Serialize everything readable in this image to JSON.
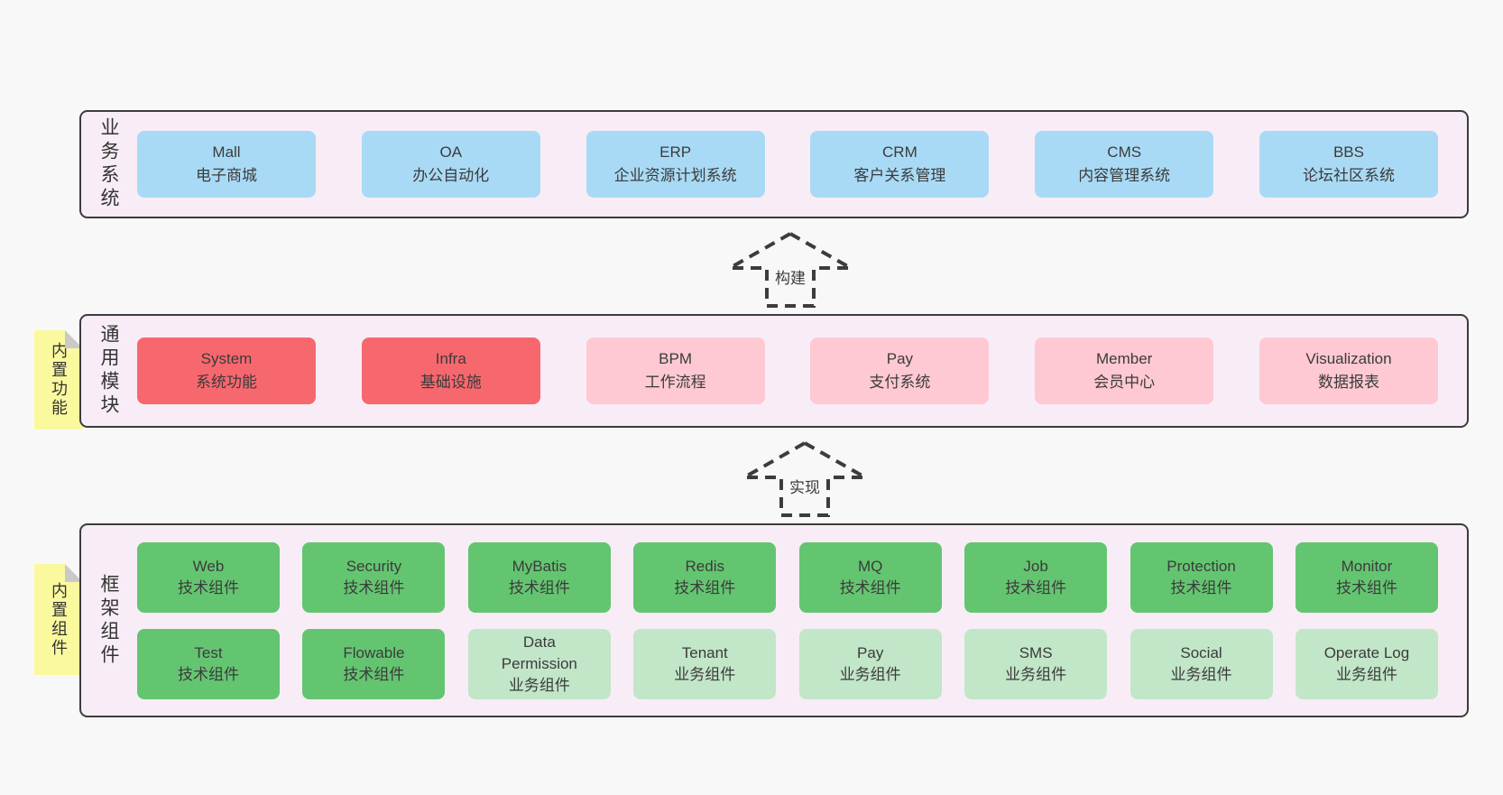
{
  "palette": {
    "page_bg": "#f8f8f8",
    "panel_bg": "#f8edf6",
    "panel_border": "#3c3c3c",
    "blue_box": "#a9daf5",
    "red_box": "#f7686e",
    "pink_box": "#fec9d2",
    "green_dark_box": "#64c571",
    "green_light_box": "#c2e6c8",
    "sticky_yellow": "#fbf99e",
    "sticky_fold_gray": "#c9c9c9",
    "text": "#3b3b3b"
  },
  "business": {
    "label": "业务系统",
    "boxes": [
      {
        "en": "Mall",
        "zh": "电子商城"
      },
      {
        "en": "OA",
        "zh": "办公自动化"
      },
      {
        "en": "ERP",
        "zh": "企业资源计划系统"
      },
      {
        "en": "CRM",
        "zh": "客户关系管理"
      },
      {
        "en": "CMS",
        "zh": "内容管理系统"
      },
      {
        "en": "BBS",
        "zh": "论坛社区系统"
      }
    ]
  },
  "arrow_build": {
    "label": "构建"
  },
  "modules": {
    "label": "通用模块",
    "sticky": "内置功能",
    "boxes": [
      {
        "en": "System",
        "zh": "系统功能"
      },
      {
        "en": "Infra",
        "zh": "基础设施"
      },
      {
        "en": "BPM",
        "zh": "工作流程"
      },
      {
        "en": "Pay",
        "zh": "支付系统"
      },
      {
        "en": "Member",
        "zh": "会员中心"
      },
      {
        "en": "Visualization",
        "zh": "数据报表"
      }
    ]
  },
  "arrow_implement": {
    "label": "实现"
  },
  "framework": {
    "label": "框架组件",
    "sticky": "内置组件",
    "rowA": [
      {
        "en": "Web",
        "zh": "技术组件"
      },
      {
        "en": "Security",
        "zh": "技术组件"
      },
      {
        "en": "MyBatis",
        "zh": "技术组件"
      },
      {
        "en": "Redis",
        "zh": "技术组件"
      },
      {
        "en": "MQ",
        "zh": "技术组件"
      },
      {
        "en": "Job",
        "zh": "技术组件"
      },
      {
        "en": "Protection",
        "zh": "技术组件"
      },
      {
        "en": "Monitor",
        "zh": "技术组件"
      }
    ],
    "rowB": [
      {
        "en": "Test",
        "zh": "技术组件"
      },
      {
        "en": "Flowable",
        "zh": "技术组件"
      },
      {
        "en": "Data Permission",
        "zh": "业务组件"
      },
      {
        "en": "Tenant",
        "zh": "业务组件"
      },
      {
        "en": "Pay",
        "zh": "业务组件"
      },
      {
        "en": "SMS",
        "zh": "业务组件"
      },
      {
        "en": "Social",
        "zh": "业务组件"
      },
      {
        "en": "Operate Log",
        "zh": "业务组件"
      }
    ]
  }
}
